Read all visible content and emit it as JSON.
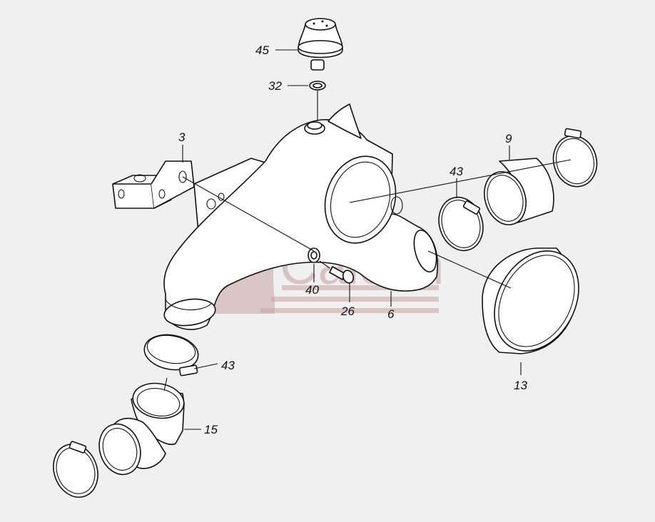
{
  "callouts": {
    "c45": "45",
    "c32": "32",
    "c3": "3",
    "c9": "9",
    "c43_top": "43",
    "c40": "40",
    "c26": "26",
    "c6": "6",
    "c13": "13",
    "c43_bottom": "43",
    "c15": "15"
  },
  "watermark": {
    "text": "Caican"
  },
  "colors": {
    "background": "#f0f0f0",
    "line": "#111111",
    "watermark": "#c9a4a4"
  }
}
